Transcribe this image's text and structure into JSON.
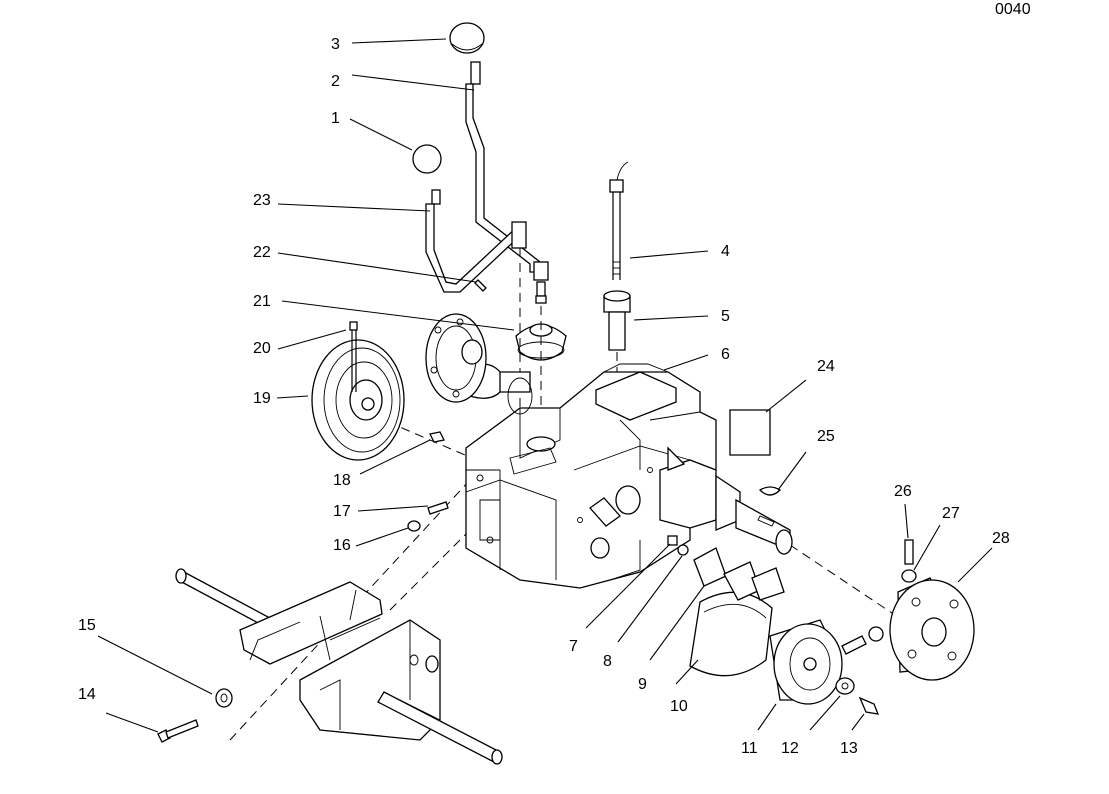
{
  "diagram": {
    "corner_mark": "0040",
    "callouts": [
      {
        "id": "3",
        "label": "3"
      },
      {
        "id": "2",
        "label": "2"
      },
      {
        "id": "1",
        "label": "1"
      },
      {
        "id": "23",
        "label": "23"
      },
      {
        "id": "22",
        "label": "22"
      },
      {
        "id": "21",
        "label": "21"
      },
      {
        "id": "20",
        "label": "20"
      },
      {
        "id": "19",
        "label": "19"
      },
      {
        "id": "18",
        "label": "18"
      },
      {
        "id": "17",
        "label": "17"
      },
      {
        "id": "16",
        "label": "16"
      },
      {
        "id": "15",
        "label": "15"
      },
      {
        "id": "14",
        "label": "14"
      },
      {
        "id": "4",
        "label": "4"
      },
      {
        "id": "5",
        "label": "5"
      },
      {
        "id": "6",
        "label": "6"
      },
      {
        "id": "24",
        "label": "24"
      },
      {
        "id": "25",
        "label": "25"
      },
      {
        "id": "26",
        "label": "26"
      },
      {
        "id": "27",
        "label": "27"
      },
      {
        "id": "28",
        "label": "28"
      },
      {
        "id": "7",
        "label": "7"
      },
      {
        "id": "8",
        "label": "8"
      },
      {
        "id": "9",
        "label": "9"
      },
      {
        "id": "10",
        "label": "10"
      },
      {
        "id": "11",
        "label": "11"
      },
      {
        "id": "12",
        "label": "12"
      },
      {
        "id": "13",
        "label": "13"
      }
    ]
  }
}
